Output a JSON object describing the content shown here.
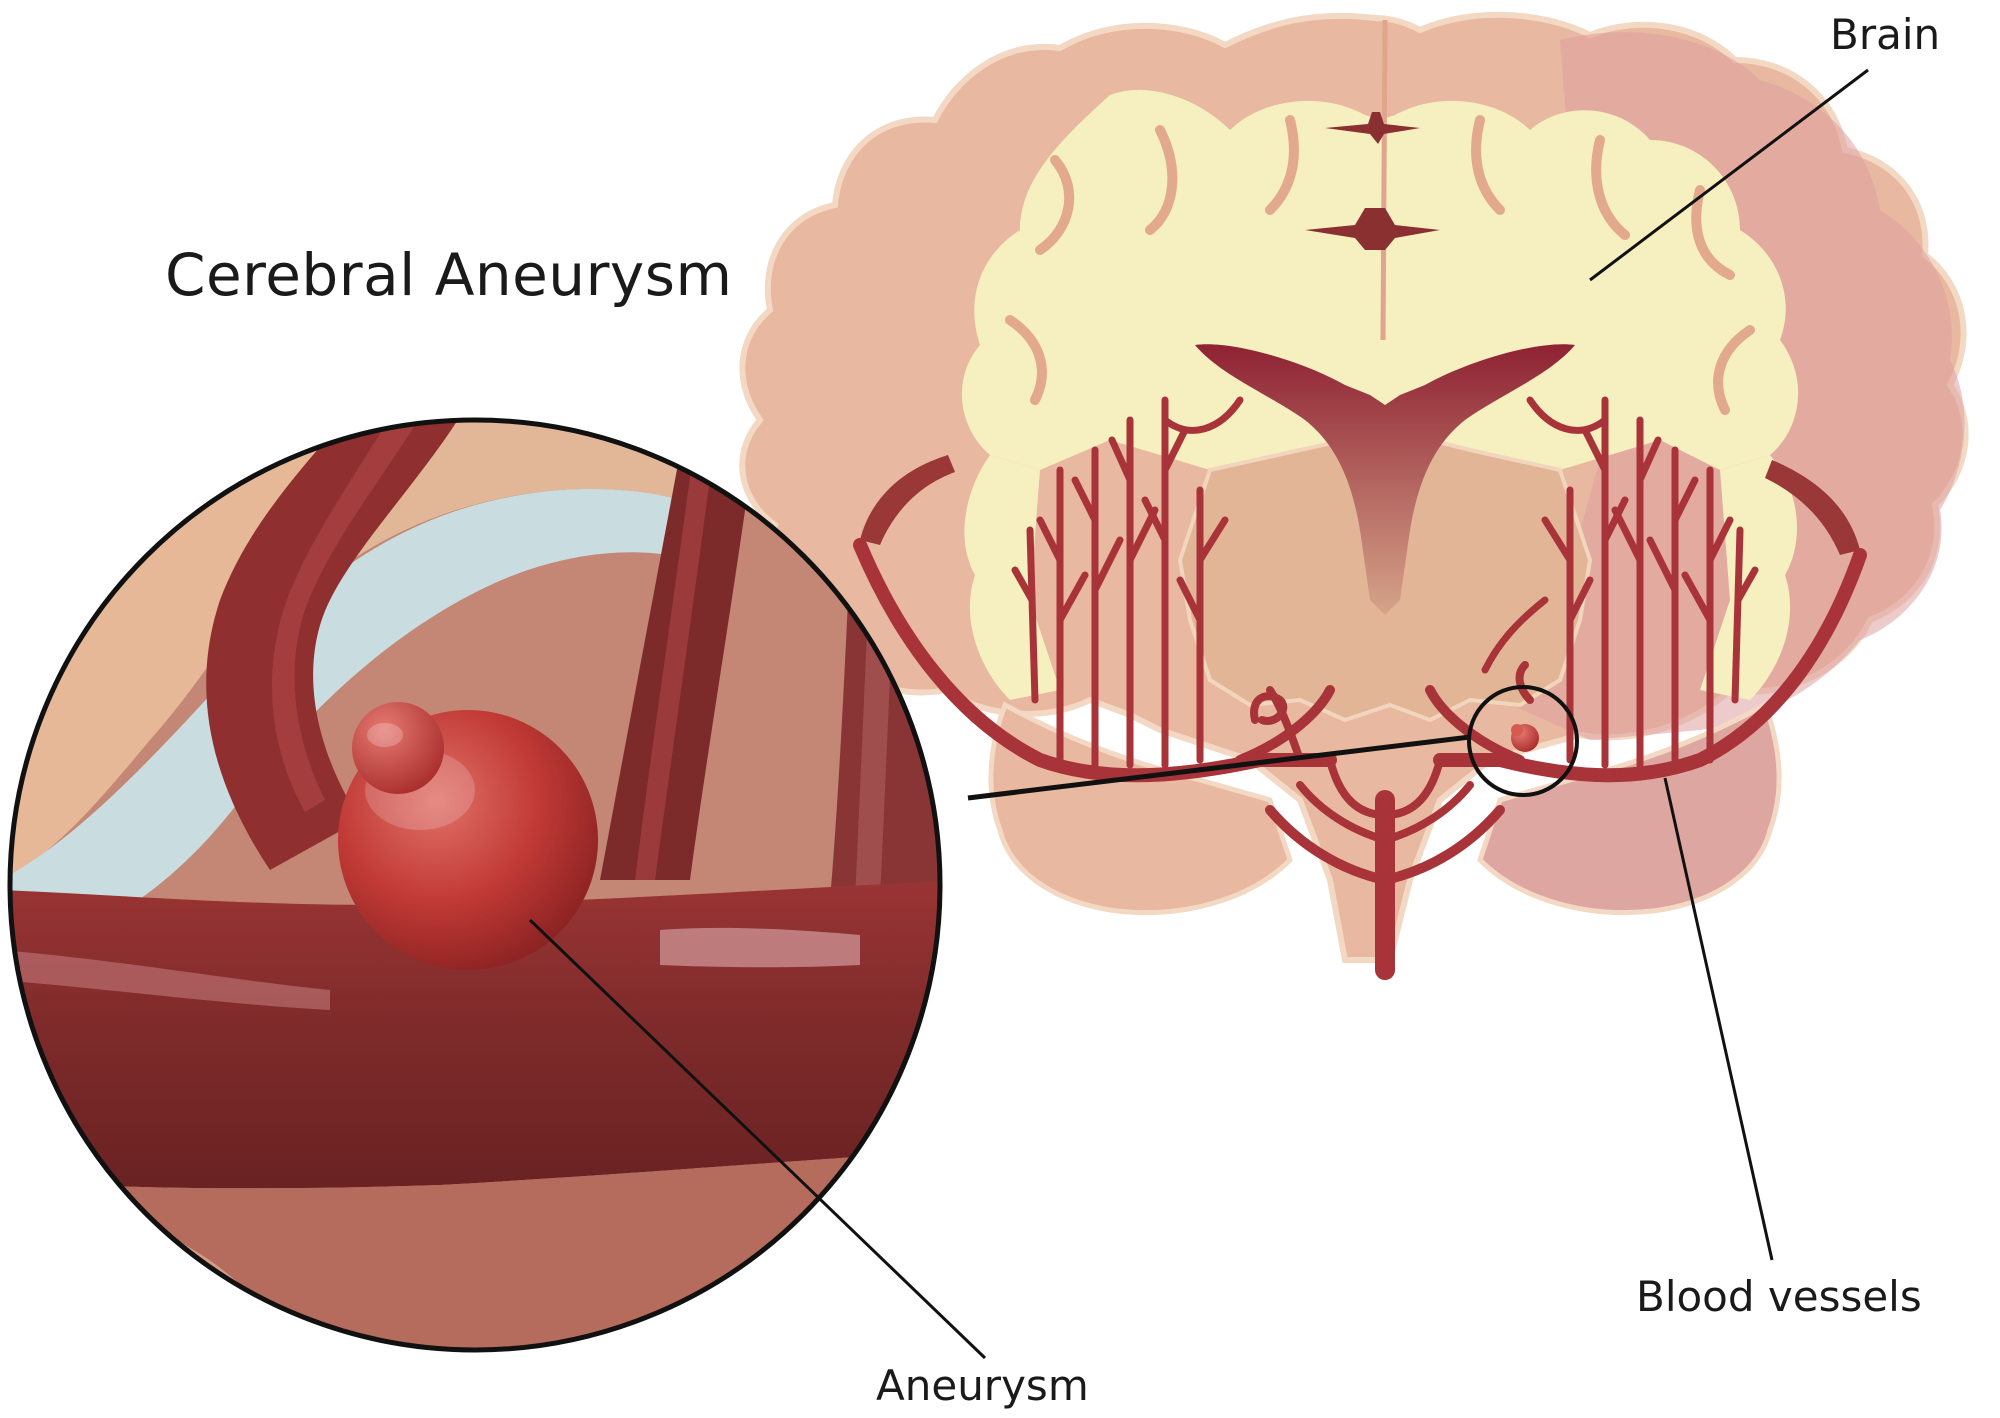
{
  "title": "Cerebral Aneurysm",
  "labels": {
    "brain": "Brain",
    "blood_vessels": "Blood vessels",
    "aneurysm": "Aneurysm"
  },
  "colors": {
    "background": "#ffffff",
    "cortex": "#e8b8a0",
    "cortex_dark": "#d99a8c",
    "white_matter": "#f6efc0",
    "deep_brain": "#e2b596",
    "ventricle": "#8e2233",
    "vessel": "#a8343a",
    "vessel_dark": "#7d2a2a",
    "aneurysm": "#c23a36",
    "magnifier_bg": "#c98d7a",
    "magnifier_light": "#c9dde0",
    "leader_line": "#111111"
  }
}
